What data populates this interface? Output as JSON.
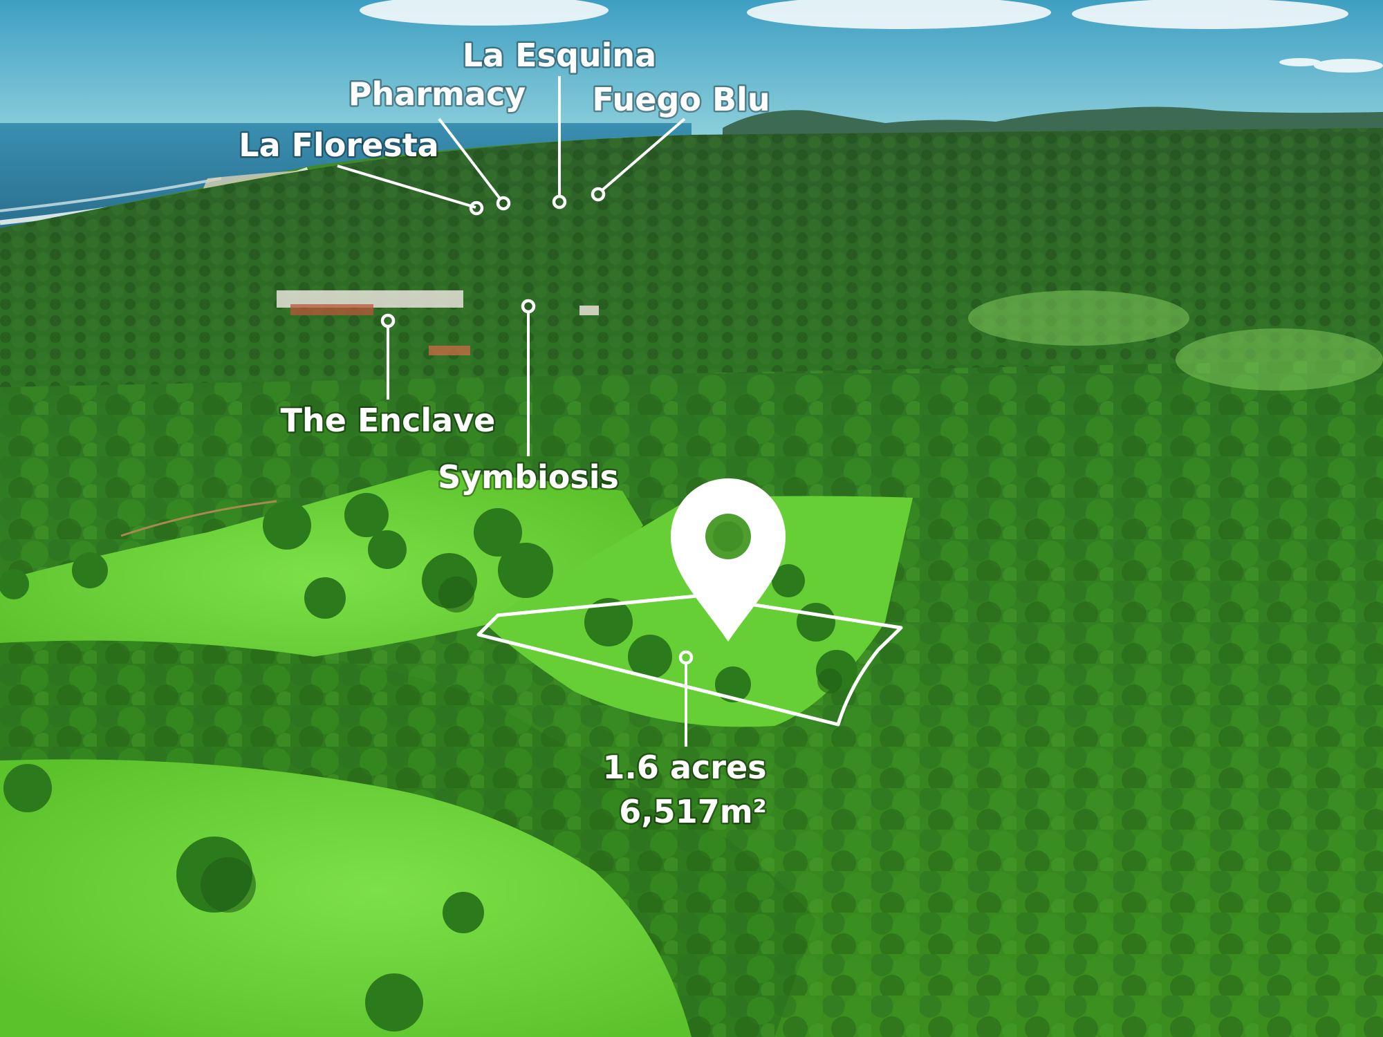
{
  "labels": {
    "la_esquina": "La Esquina",
    "pharmacy": "Pharmacy",
    "fuego_blu": "Fuego Blu",
    "la_floresta": "La Floresta",
    "the_enclave": "The Enclave",
    "symbiosis": "Symbiosis",
    "acres": "1.6 acres",
    "square_meters": "6,517m²"
  },
  "colors": {
    "annotation": "#ffffff",
    "sky": "#5fb6cf",
    "ocean": "#2f7fa6",
    "forest": "#2f7a22",
    "pasture": "#6fd43a"
  },
  "icons": {
    "pin": "location-pin-icon"
  }
}
